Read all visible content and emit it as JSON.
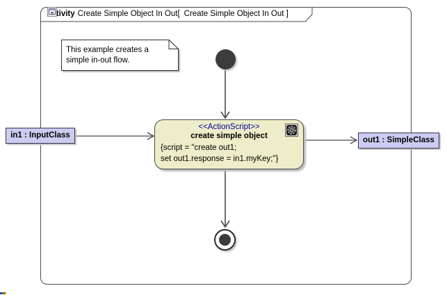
{
  "frame": {
    "keyword": "activity",
    "name_with_bracket": "Create Simple Object In Out[",
    "diagram_ref_with_bracket": "Create Simple Object In Out ]"
  },
  "note": {
    "line1": "This example creates a",
    "line2": "simple in-out flow."
  },
  "action_node": {
    "stereotype": "<<ActionScript>>",
    "name": "create simple object",
    "script_line1": "{script = \"create out1;",
    "script_line2": "set out1.response = in1.myKey;\"}"
  },
  "pins": {
    "input_label": "in1 : InputClass",
    "output_label": "out1 : SimpleClass"
  },
  "icons": {
    "title_icon": "activity-diagram-icon",
    "action_icon": "gear-icon"
  },
  "colors": {
    "action_fill": "#EDEDC9",
    "pin_fill": "#CCCCF2",
    "stereotype_text": "#00009A",
    "line": "#4A4A4A"
  }
}
